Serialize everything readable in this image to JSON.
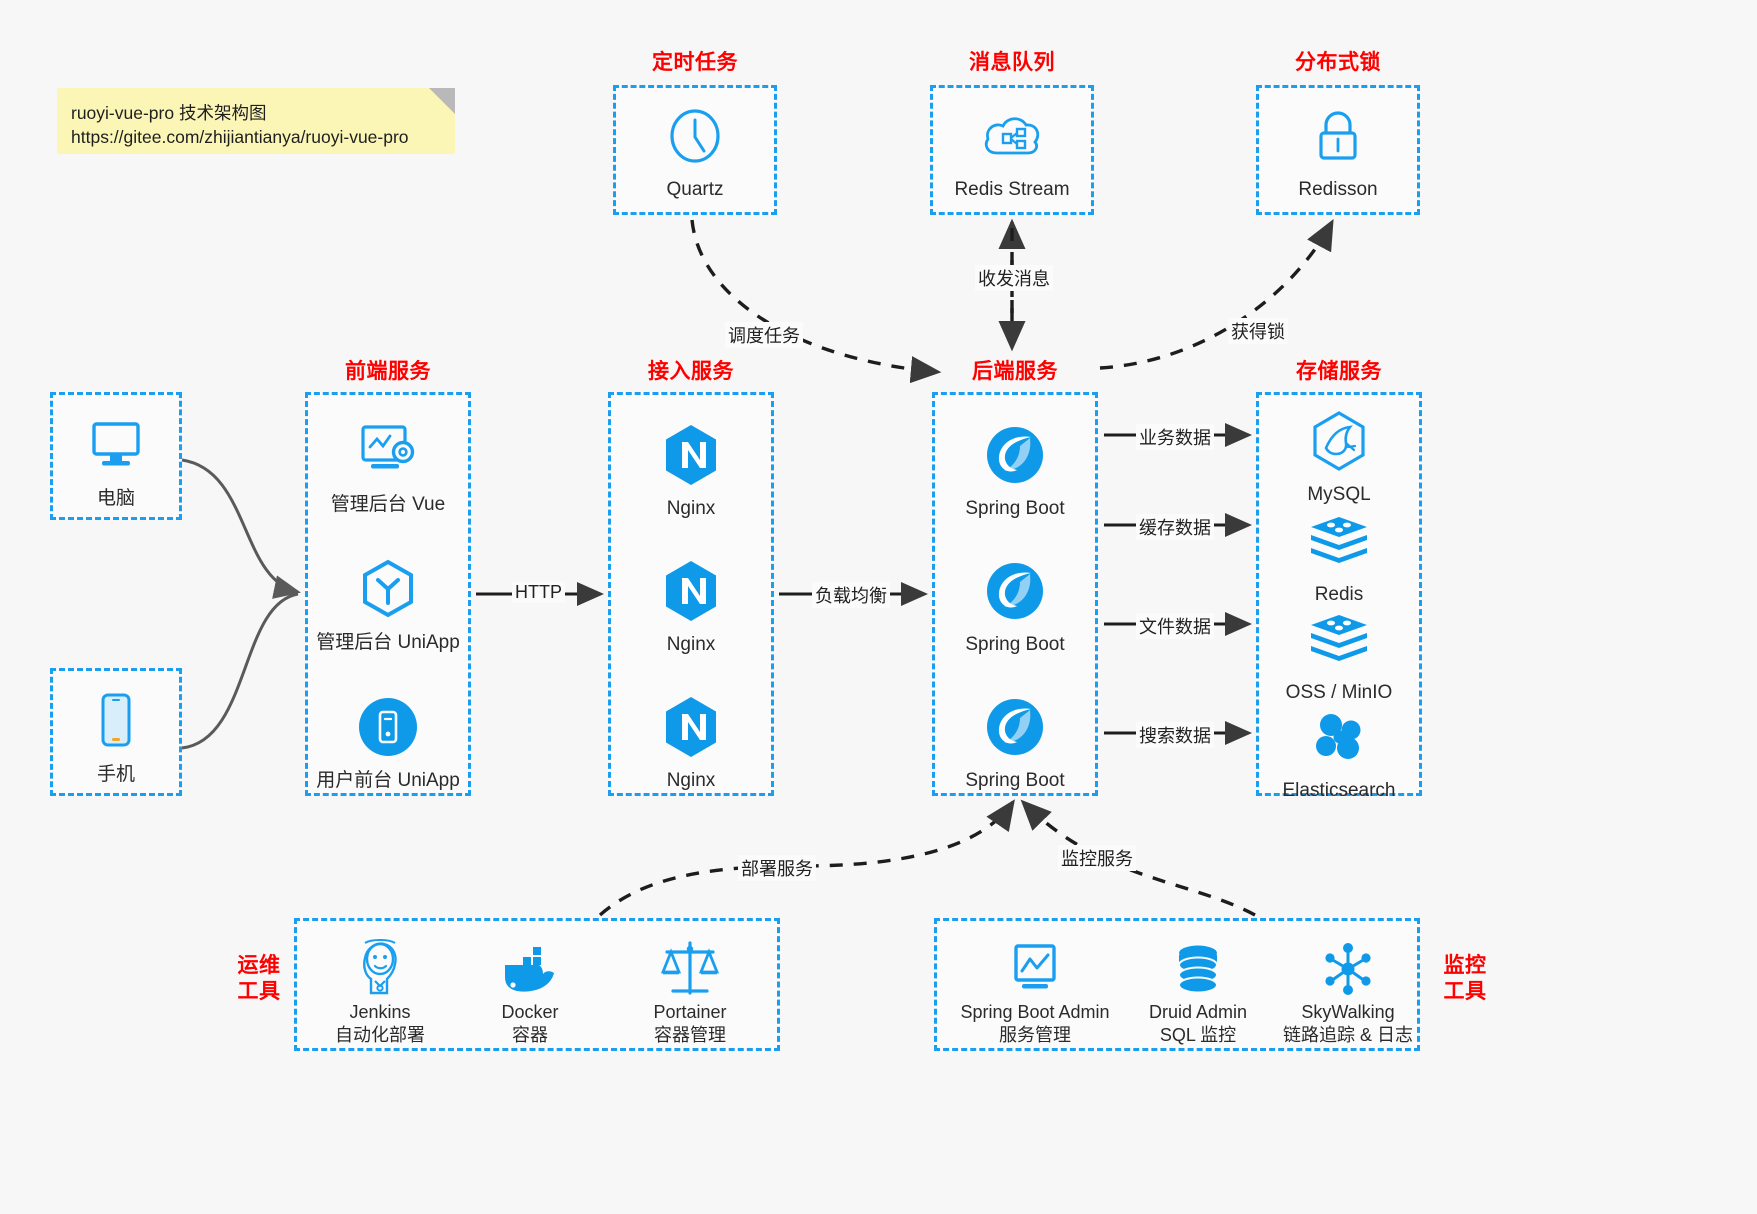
{
  "meta": {
    "accent_blue": "#1a9ff0",
    "title_red": "#ff0000",
    "note_yellow": "#fbf6b6",
    "background": "#f7f7f7"
  },
  "note": {
    "line1": "ruoyi-vue-pro 技术架构图",
    "line2": "https://gitee.com/zhijiantianya/ruoyi-vue-pro"
  },
  "groups": {
    "scheduled_task": "定时任务",
    "message_queue": "消息队列",
    "distributed_lock": "分布式锁",
    "frontend_service": "前端服务",
    "gateway_service": "接入服务",
    "backend_service": "后端服务",
    "storage_service": "存储服务",
    "devops_tools_line1": "运维",
    "devops_tools_line2": "工具",
    "monitor_tools_line1": "监控",
    "monitor_tools_line2": "工具"
  },
  "top_nodes": {
    "quartz": "Quartz",
    "redis_stream": "Redis Stream",
    "redisson": "Redisson"
  },
  "clients": [
    {
      "icon": "desktop-icon",
      "label": "电脑"
    },
    {
      "icon": "phone-icon",
      "label": "手机"
    }
  ],
  "frontend": [
    {
      "icon": "admin-vue-icon",
      "label": "管理后台 Vue"
    },
    {
      "icon": "uniapp-icon",
      "label": "管理后台 UniApp"
    },
    {
      "icon": "mobile-app-icon",
      "label": "用户前台 UniApp"
    }
  ],
  "gateway": [
    {
      "icon": "nginx-icon",
      "label": "Nginx"
    },
    {
      "icon": "nginx-icon",
      "label": "Nginx"
    },
    {
      "icon": "nginx-icon",
      "label": "Nginx"
    }
  ],
  "backend": [
    {
      "icon": "spring-boot-icon",
      "label": "Spring Boot"
    },
    {
      "icon": "spring-boot-icon",
      "label": "Spring Boot"
    },
    {
      "icon": "spring-boot-icon",
      "label": "Spring Boot"
    }
  ],
  "storage": [
    {
      "icon": "mysql-icon",
      "label": "MySQL"
    },
    {
      "icon": "redis-icon",
      "label": "Redis"
    },
    {
      "icon": "oss-minio-icon",
      "label": "OSS / MinIO"
    },
    {
      "icon": "elasticsearch-icon",
      "label": "Elasticsearch"
    }
  ],
  "devops_tools": [
    {
      "icon": "jenkins-icon",
      "name": "Jenkins",
      "desc": "自动化部署"
    },
    {
      "icon": "docker-icon",
      "name": "Docker",
      "desc": "容器"
    },
    {
      "icon": "portainer-icon",
      "name": "Portainer",
      "desc": "容器管理"
    }
  ],
  "monitor_tools": [
    {
      "icon": "spring-boot-admin-icon",
      "name": "Spring Boot Admin",
      "desc": "服务管理"
    },
    {
      "icon": "druid-icon",
      "name": "Druid Admin",
      "desc": "SQL 监控"
    },
    {
      "icon": "skywalking-icon",
      "name": "SkyWalking",
      "desc": "链路追踪 & 日志"
    }
  ],
  "edge_labels": {
    "http": "HTTP",
    "load_balance": "负载均衡",
    "schedule_task": "调度任务",
    "send_receive_message": "收发消息",
    "acquire_lock": "获得锁",
    "business_data": "业务数据",
    "cache_data": "缓存数据",
    "file_data": "文件数据",
    "search_data": "搜索数据",
    "deploy_service": "部署服务",
    "monitor_service": "监控服务"
  }
}
